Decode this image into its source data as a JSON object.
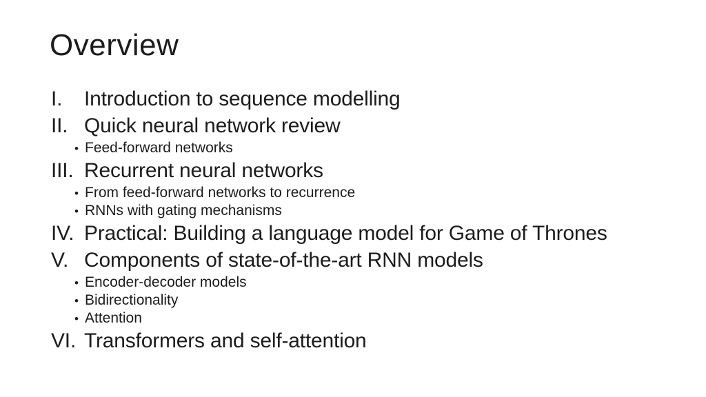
{
  "slide": {
    "title": "Overview",
    "background_color": "#ffffff",
    "text_color": "#1c1c1c"
  },
  "outline": {
    "bullet_glyph": "•",
    "items": [
      {
        "type": "main",
        "numeral": "I.",
        "text": "Introduction to sequence modelling"
      },
      {
        "type": "main",
        "numeral": "II.",
        "text": "Quick neural network review"
      },
      {
        "type": "sub",
        "bullet": "•",
        "text": "Feed-forward networks"
      },
      {
        "type": "main",
        "numeral": "III.",
        "text": "Recurrent neural networks"
      },
      {
        "type": "sub",
        "bullet": "•",
        "text": "From feed-forward networks to recurrence"
      },
      {
        "type": "sub",
        "bullet": "•",
        "text": "RNNs with gating mechanisms"
      },
      {
        "type": "main",
        "numeral": "IV.",
        "text": "Practical: Building a language model for Game of Thrones"
      },
      {
        "type": "main",
        "numeral": "V.",
        "text": "Components of state-of-the-art RNN models"
      },
      {
        "type": "sub",
        "bullet": "•",
        "text": "Encoder-decoder models"
      },
      {
        "type": "sub",
        "bullet": "•",
        "text": "Bidirectionality"
      },
      {
        "type": "sub",
        "bullet": "•",
        "text": "Attention"
      },
      {
        "type": "main",
        "numeral": "VI.",
        "text": "Transformers and self-attention"
      }
    ]
  }
}
